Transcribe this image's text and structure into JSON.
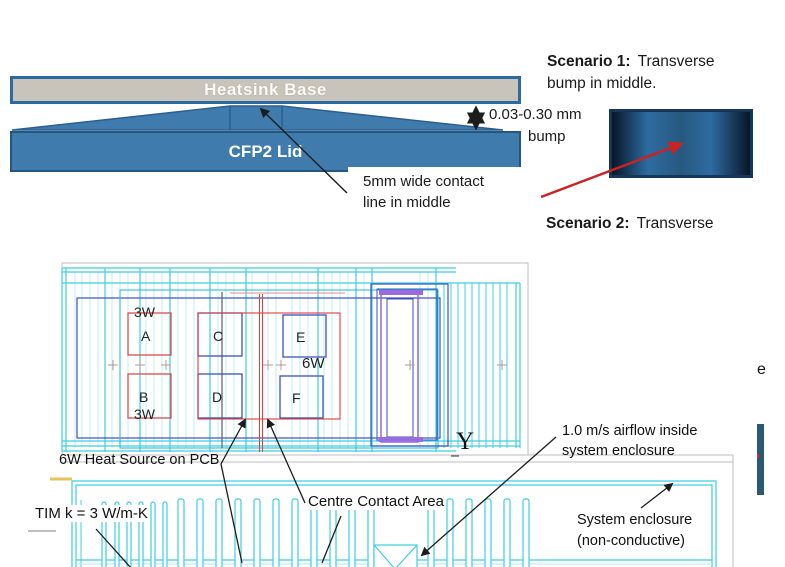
{
  "colors": {
    "accent_blue": "#3f7cad",
    "border_blue": "#2d6a9f",
    "heatsink_gray": "#c8c4bb",
    "cad_cyan": "#3cd0e0",
    "cad_red": "#e03c3c",
    "cad_purple": "#8a5fd6",
    "annotation_red": "#cc2222",
    "enclosure_bar_blue": "#2c5878",
    "highlight_yellow": "#e8c35a"
  },
  "top_diagram": {
    "heatsink_label": "Heatsink Base",
    "lid_label": "CFP2 Lid",
    "contact_note_line1": "5mm wide contact",
    "contact_note_line2": "line in middle",
    "bump_dim_line1": "0.03-0.30 mm",
    "bump_dim_line2": "bump"
  },
  "scenarios": {
    "s1_title": "Scenario 1:",
    "s1_rest": "Transverse",
    "s1_line2": "bump in middle.",
    "s2_title": "Scenario 2:",
    "s2_rest": "Transverse"
  },
  "cad": {
    "power_top": "3W",
    "power_bottom": "3W",
    "power_total": "6W",
    "chip_a": "A",
    "chip_b": "B",
    "chip_c": "C",
    "chip_d": "D",
    "chip_e": "E",
    "chip_f": "F",
    "axis_y": "Y",
    "stray_letter": "e"
  },
  "annotations": {
    "heat_source": "6W Heat Source on PCB",
    "tim": "TIM k = 3 W/m-K",
    "centre_contact": "Centre Contact Area",
    "airflow_line1": "1.0 m/s airflow inside",
    "airflow_line2": "system enclosure",
    "enclosure_line1": "System enclosure",
    "enclosure_line2": "(non-conductive)"
  }
}
